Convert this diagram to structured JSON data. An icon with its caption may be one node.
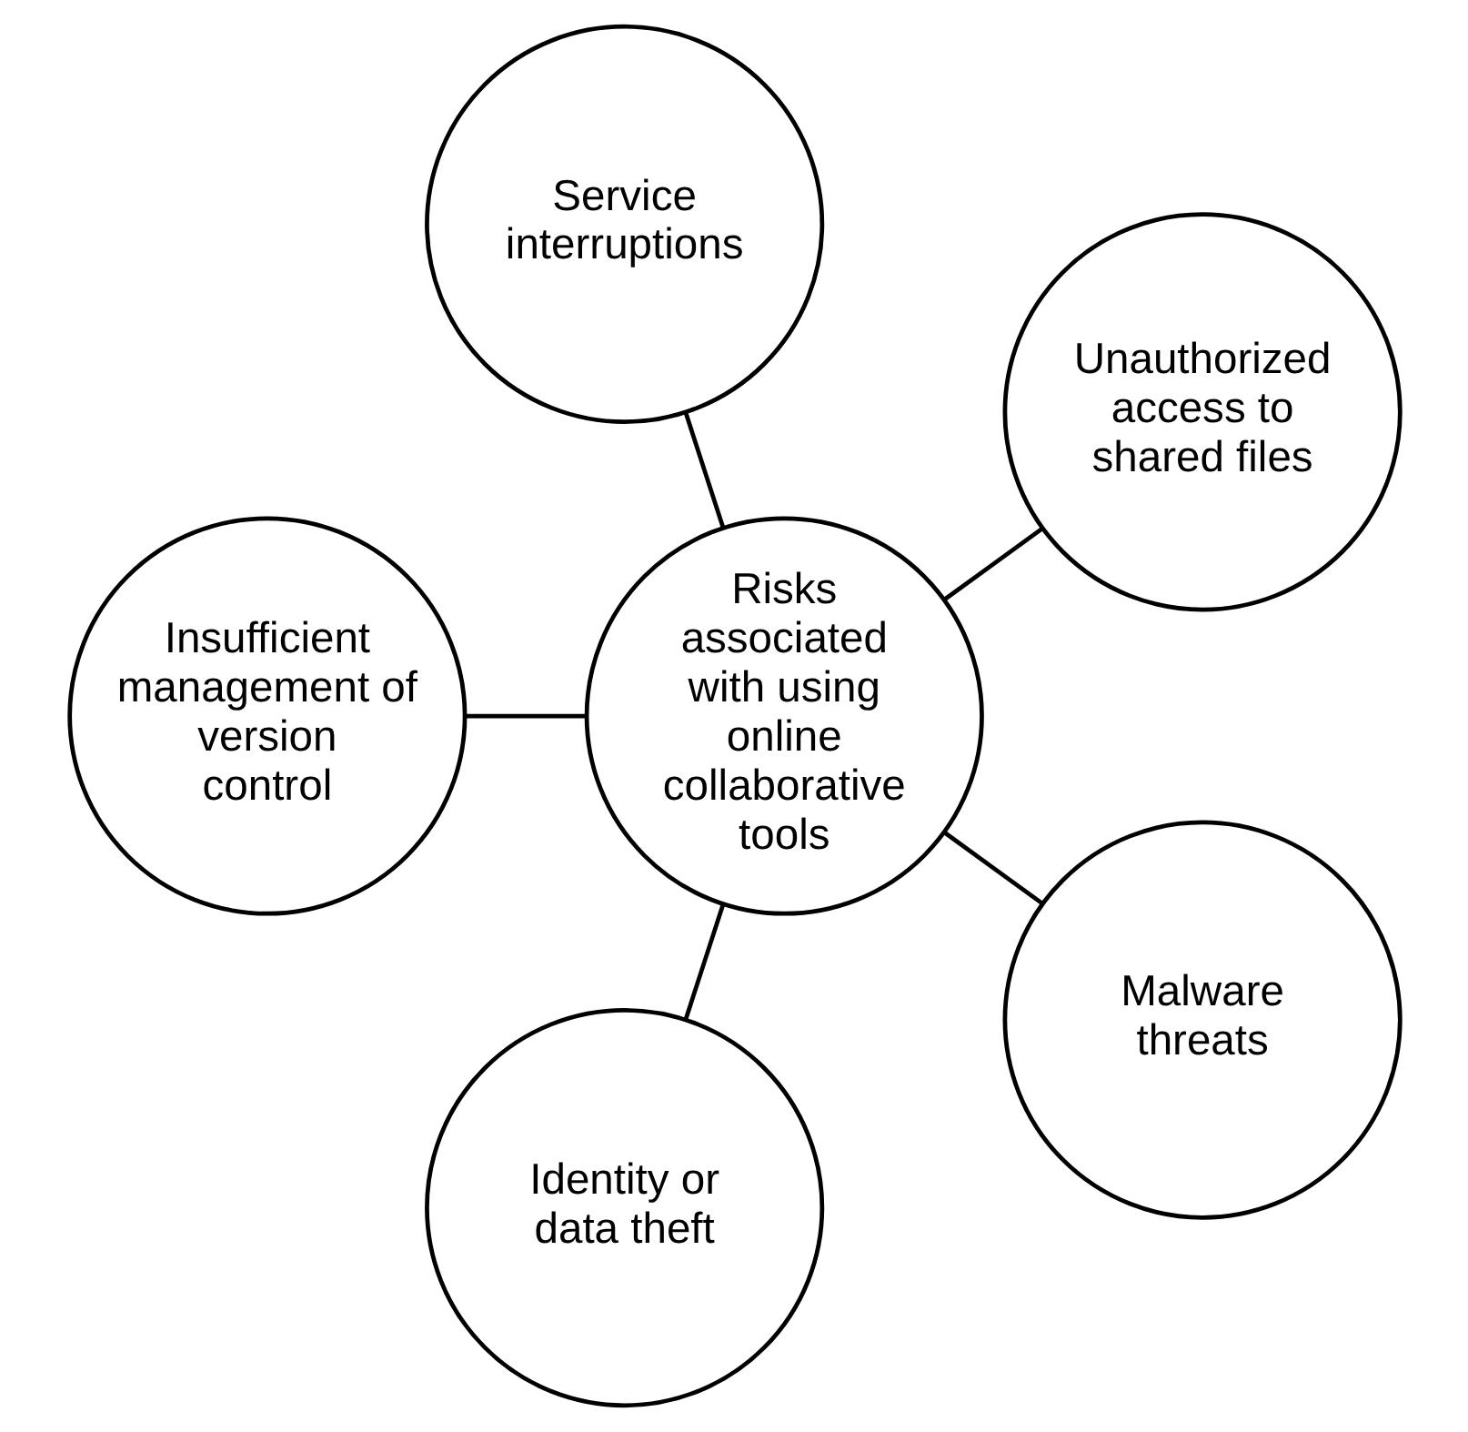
{
  "diagram": {
    "nodes": [
      {
        "text": [
          "Unauthorized access to shared files"
        ]
      },
      {
        "text": [
          "Service interruptions"
        ]
      },
      {
        "text": [
          "Risks associated with using online collaborative tools"
        ]
      },
      {
        "text": [
          "Insufficient management of version control"
        ]
      },
      {
        "text": [
          "Identity or data theft"
        ]
      },
      {
        "text": [
          "Malware threats"
        ]
      }
    ],
    "edges": [
      {
        "from": 2,
        "to": 0,
        "arrow": "none"
      },
      {
        "from": 2,
        "to": 3,
        "arrow": "none"
      },
      {
        "from": 2,
        "to": 5,
        "arrow": "none"
      },
      {
        "from": 2,
        "to": 4,
        "arrow": "none"
      },
      {
        "from": 2,
        "to": 1,
        "arrow": "none"
      }
    ]
  }
}
